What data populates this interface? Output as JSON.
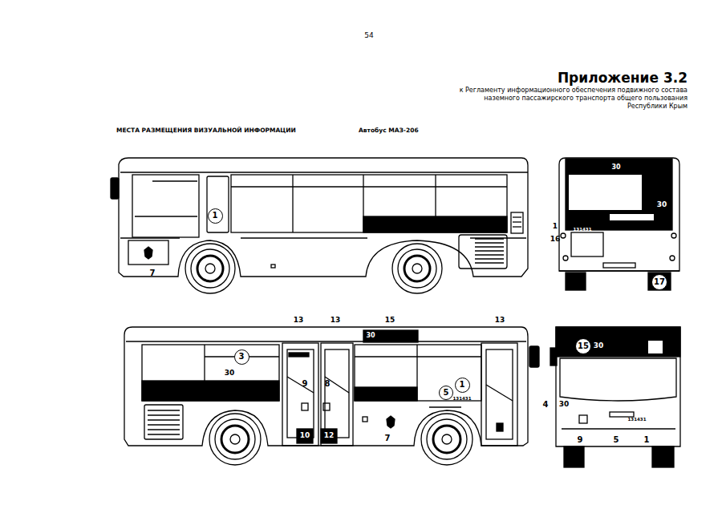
{
  "diagram": {
    "title": "Приложение 3.2",
    "nodes": [
      {
        "text": [
          "1"
        ]
      },
      {
        "text": [
          "17"
        ]
      },
      {
        "text": [
          "3"
        ]
      },
      {
        "text": [
          "5"
        ]
      },
      {
        "text": [
          "1"
        ]
      },
      {
        "text": [
          "15"
        ]
      }
    ],
    "edges": [],
    "labels": [
      "54",
      "к Регламенту информационного обеспечения подвижного состава наземного пассажирского транспорта общего пользования Республики Крым",
      "МЕСТА РАЗМЕЩЕНИЯ ВИЗУАЛЬНОЙ ИНФОРМАЦИИ",
      "Автобус МАЗ-206",
      "7",
      "30",
      "30",
      "1",
      "16",
      "131431",
      "13",
      "13",
      "15",
      "13",
      "30",
      "30",
      "9",
      "8",
      "131431",
      "10",
      "12",
      "7",
      "30",
      "4",
      "30",
      "9",
      "5",
      "1",
      "131431"
    ]
  }
}
